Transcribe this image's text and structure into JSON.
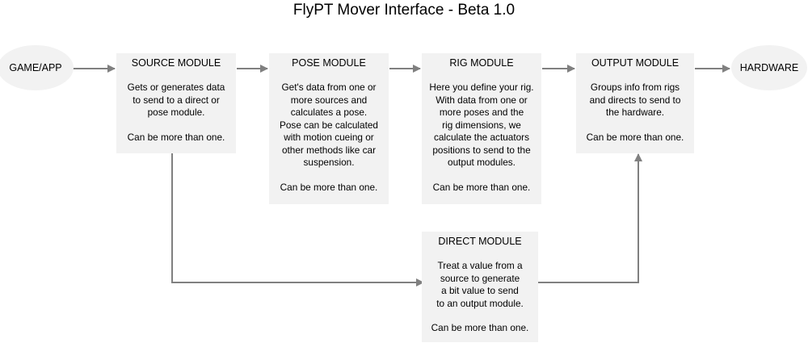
{
  "title": "FlyPT Mover Interface - Beta 1.0",
  "colors": {
    "box_fill": "#f2f2f2",
    "arrow": "#808080",
    "text": "#000000"
  },
  "terminals": {
    "game_app": "GAME/APP",
    "hardware": "HARDWARE"
  },
  "modules": {
    "source": {
      "label": "SOURCE MODULE",
      "description": "Gets or generates data\nto send to a direct or\npose module.",
      "footer": "Can be more than one."
    },
    "pose": {
      "label": "POSE MODULE",
      "description": "Get's data from one or\nmore sources and\ncalculates a pose.\nPose can be calculated\nwith motion cueing or\nother methods like car\nsuspension.",
      "footer": "Can be more than one."
    },
    "rig": {
      "label": "RIG MODULE",
      "description": "Here you define your rig.\nWith data from one or\nmore poses and the\nrig dimensions, we\ncalculate the actuators\npositions to send to the\noutput modules.",
      "footer": "Can be more than one."
    },
    "output": {
      "label": "OUTPUT MODULE",
      "description": "Groups info from rigs\nand directs to send to\nthe hardware.",
      "footer": "Can be more than one."
    },
    "direct": {
      "label": "DIRECT MODULE",
      "description": "Treat a value from a\nsource to generate\na bit value to send\nto an output module.",
      "footer": "Can be more than one."
    }
  }
}
